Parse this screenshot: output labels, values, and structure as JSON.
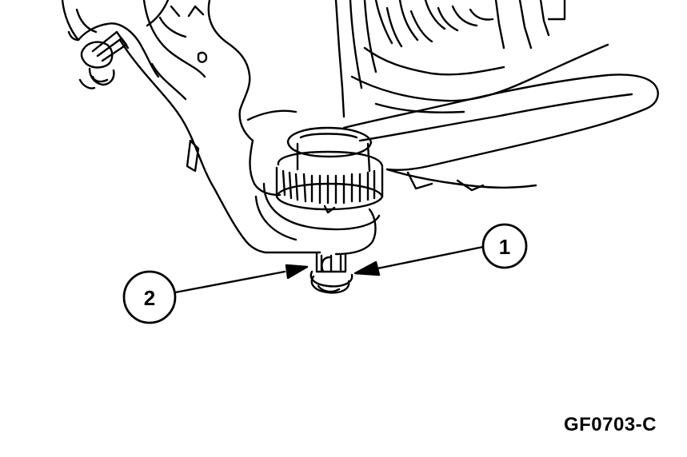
{
  "figure": {
    "figure_id": "GF0703-C",
    "callouts": [
      {
        "number": "1"
      },
      {
        "number": "2"
      }
    ]
  },
  "colors": {
    "ink": "#000000",
    "background": "#ffffff"
  }
}
